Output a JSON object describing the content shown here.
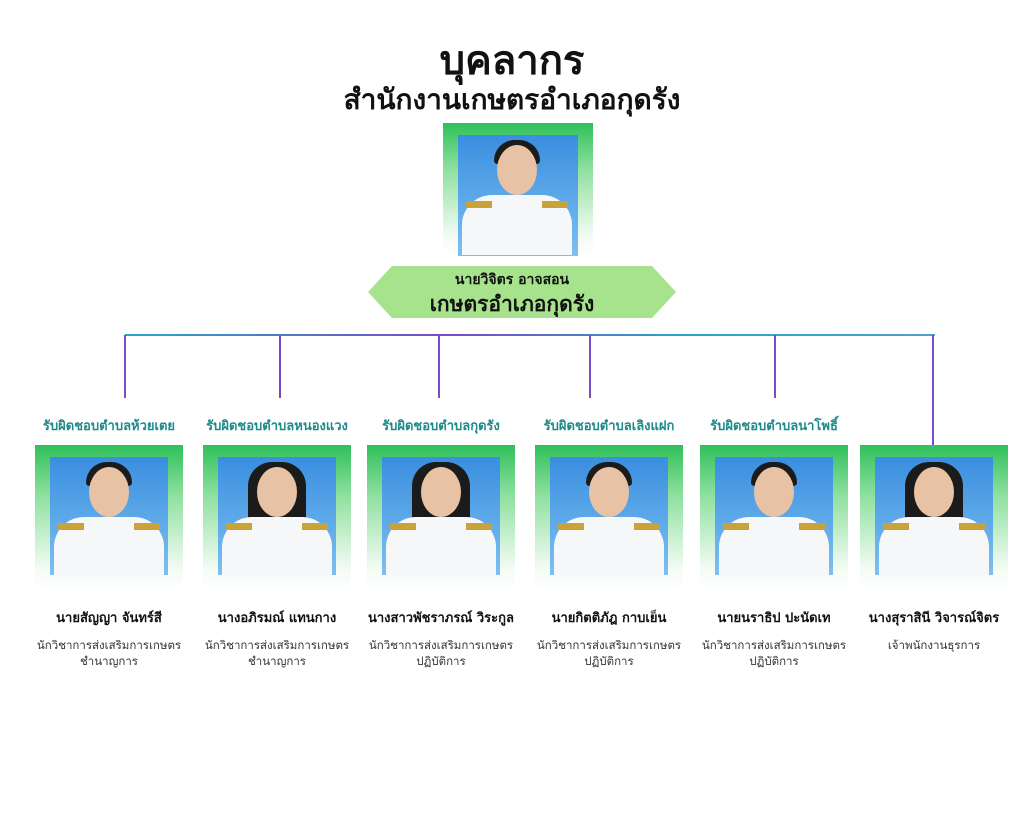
{
  "header": {
    "title": "บุคลากร",
    "subtitle": "สำนักงานเกษตรอำเภอกุดรัง"
  },
  "head": {
    "name": "นายวิจิตร อาจสอน",
    "position": "เกษตรอำเภอกุดรัง"
  },
  "colors": {
    "banner": "#a6e38c",
    "card_green": "#2fc05a",
    "line": "#7a4bc8",
    "zone_text": "#1f8a8a"
  },
  "staff": [
    {
      "zone": "รับผิดชอบตำบลห้วยเตย",
      "name": "นายสัญญา จันทร์สี",
      "position": "นักวิชาการส่งเสริมการเกษตร",
      "level": "ชำนาญการ"
    },
    {
      "zone": "รับผิดชอบตำบลหนองแวง",
      "name": "นางอภิรมณ์ แทนกาง",
      "position": "นักวิชาการส่งเสริมการเกษตร",
      "level": "ชำนาญการ"
    },
    {
      "zone": "รับผิดชอบตำบลกุดรัง",
      "name": "นางสาวพัชราภรณ์ วิระกูล",
      "position": "นักวิชาการส่งเสริมการเกษตร",
      "level": "ปฏิบัติการ"
    },
    {
      "zone": "รับผิดชอบตำบลเลิงแฝก",
      "name": "นายกิตติภัฎ กาบเย็น",
      "position": "นักวิชาการส่งเสริมการเกษตร",
      "level": "ปฏิบัติการ"
    },
    {
      "zone": "รับผิดชอบตำบลนาโพธิ์",
      "name": "นายนราธิป ปะนัดเท",
      "position": "นักวิชาการส่งเสริมการเกษตร",
      "level": "ปฏิบัติการ"
    },
    {
      "zone": "",
      "name": "นางสุราสินี วิจารณ์จิตร",
      "position": "เจ้าพนักงานธุรการ",
      "level": ""
    }
  ]
}
